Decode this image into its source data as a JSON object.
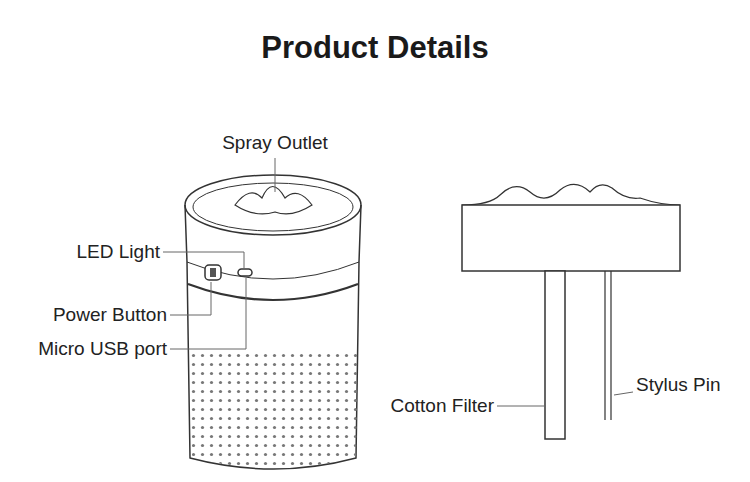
{
  "diagram": {
    "title": "Product Details",
    "labels": [
      "Spray Outlet",
      "LED Light",
      "Power Button",
      "Micro USB port",
      "Cotton Filter",
      "Stylus Pin"
    ]
  }
}
